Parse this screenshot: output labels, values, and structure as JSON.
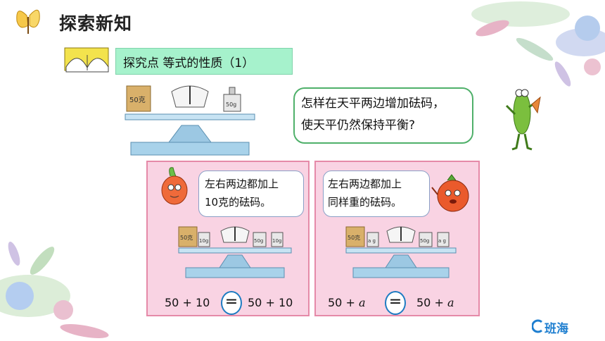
{
  "header": {
    "title": "探索新知",
    "subtitle": "探究点   等式的性质（1）"
  },
  "question": {
    "line1": "怎样在天平两边增加砝码，",
    "line2": "使天平仍然保持平衡?"
  },
  "top_scale": {
    "left_pan_label": "50克",
    "right_pan_label": "50g"
  },
  "left_panel": {
    "bubble_line1": "左右两边都加上",
    "bubble_line2": "10克的砝码。",
    "scale_labels": [
      "50克",
      "10g",
      "50g",
      "10g"
    ],
    "equation": {
      "left": "50 + 10",
      "sign": "=",
      "right": "50 + 10"
    }
  },
  "right_panel": {
    "bubble_line1": "左右两边都加上",
    "bubble_line2": "同样重的砝码。",
    "scale_labels": [
      "50克",
      "a g",
      "50g",
      "a g"
    ],
    "equation": {
      "left_num": "50 +",
      "left_var": "a",
      "sign": "=",
      "right_num": "50 +",
      "right_var": "a"
    }
  },
  "footer": {
    "logo_text": "班海"
  },
  "colors": {
    "scale_blue": "#a8d2ea",
    "panel_pink": "#f9d3e3",
    "subtitle_green": "#a6f2cc",
    "bubble_border": "#4fb06a",
    "logo_blue": "#1f7fd0"
  }
}
